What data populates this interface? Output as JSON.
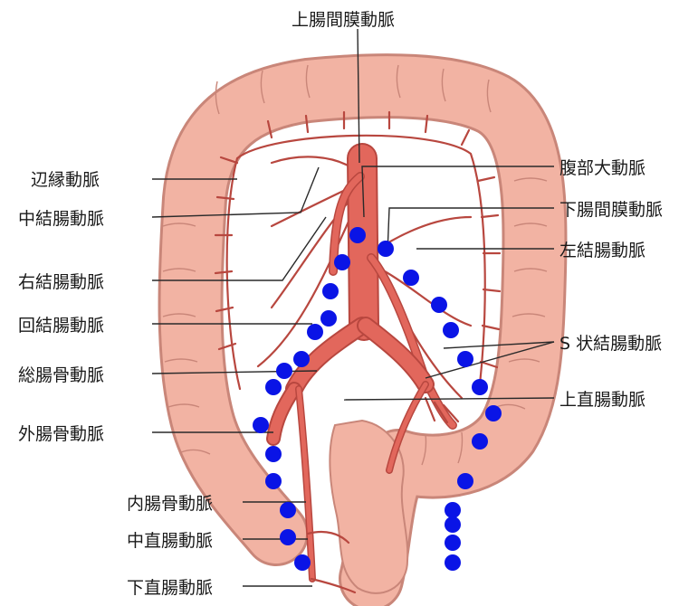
{
  "labels": {
    "sma": "上腸間膜動脈",
    "marginal": "辺縁動脈",
    "middle_colic": "中結腸動脈",
    "right_colic": "右結腸動脈",
    "ileocolic": "回結腸動脈",
    "common_iliac": "総腸骨動脈",
    "external_iliac": "外腸骨動脈",
    "internal_iliac": "内腸骨動脈",
    "middle_rectal": "中直腸動脈",
    "inferior_rectal": "下直腸動脈",
    "aorta": "腹部大動脈",
    "ima": "下腸間膜動脈",
    "left_colic": "左結腸動脈",
    "sigmoid": "S 状結腸動脈",
    "superior_rectal": "上直腸動脈"
  },
  "colors": {
    "colon_fill": "#f2b3a3",
    "colon_outline": "#c98679",
    "artery": "#e2675c",
    "marker": "#0a14e6"
  },
  "marker_count": 27
}
